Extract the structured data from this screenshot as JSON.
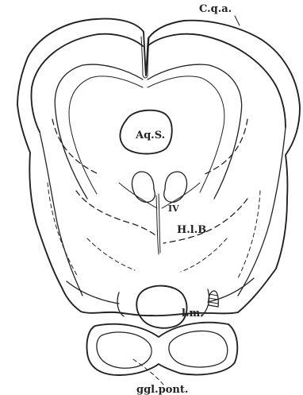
{
  "figure": {
    "labels": {
      "cqa": "C.q.a.",
      "aqs": "Aq.S.",
      "iv": "IV",
      "hlb": "H.l.B",
      "lm": "l.m.",
      "ggl": "ggl.pont."
    }
  }
}
